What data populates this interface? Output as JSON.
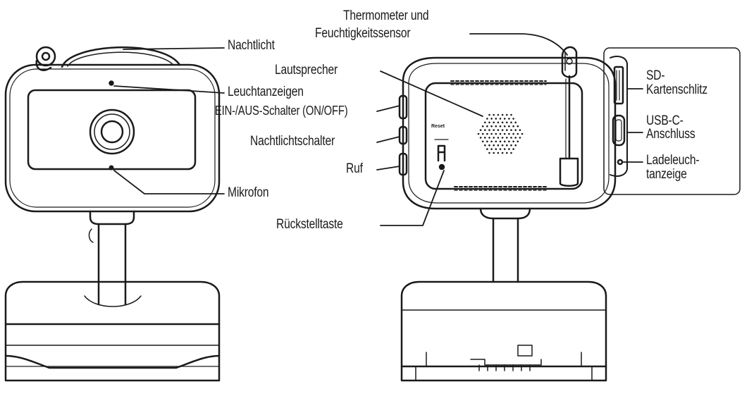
{
  "front_view": {
    "labels": {
      "nachtlicht": "Nachtlicht",
      "leuchtanzeigen": "Leuchtanzeigen",
      "mikrofon": "Mikrofon"
    }
  },
  "back_view": {
    "labels": {
      "thermometer_line1": "Thermometer und",
      "thermometer_line2": "Feuchtigkeitssensor",
      "lautsprecher": "Lautsprecher",
      "ein_aus_schalter": "EIN-/AUS-Schalter (ON/OFF)",
      "nachtlichtschalter": "Nachtlichtschalter",
      "ruf": "Ruf",
      "rueckstelltaste": "Rückstelltaste",
      "reset_marking": "Reset"
    }
  },
  "side_detail": {
    "labels": {
      "sd_line1": "SD-",
      "sd_line2": "Kartenschlitz",
      "usb_line1": "USB-C-",
      "usb_line2": "Anschluss",
      "lade_line1": "Ladeleuch-",
      "lade_line2": "tanzeige"
    }
  },
  "colors": {
    "line": "#1a1a1a",
    "background": "#ffffff"
  }
}
